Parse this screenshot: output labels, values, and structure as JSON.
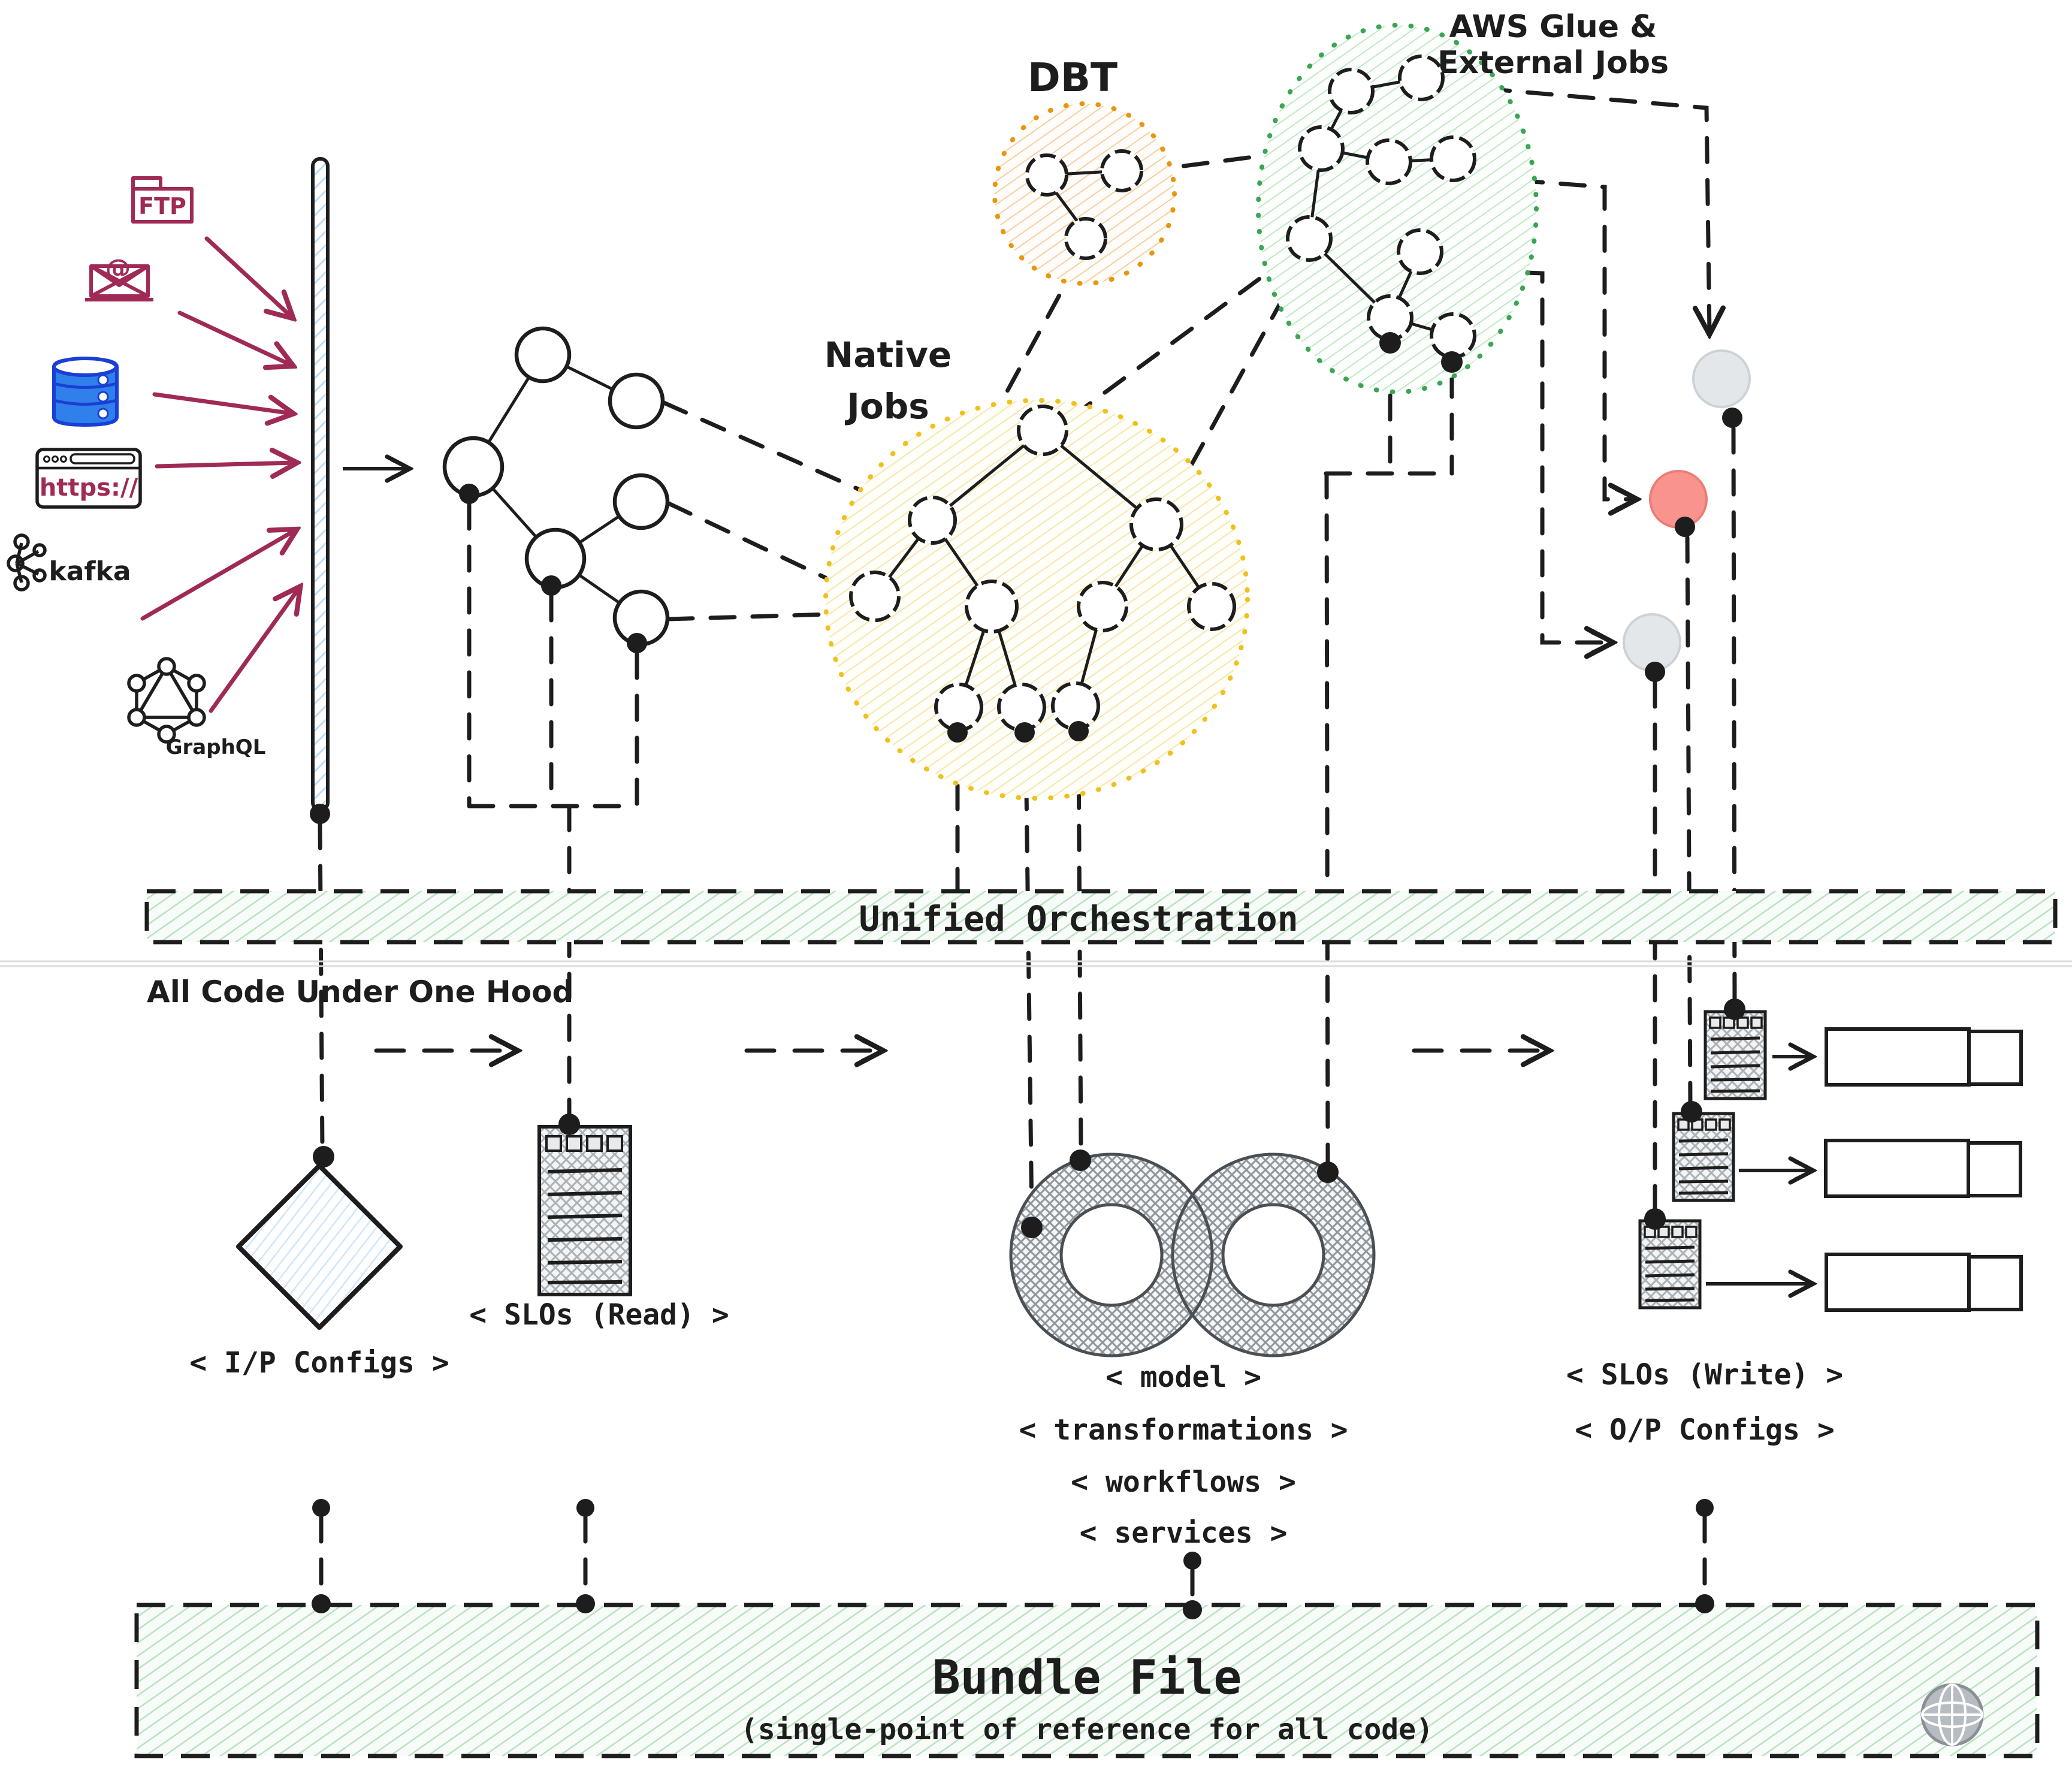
{
  "sources": {
    "ftp_label": "FTP",
    "https_label": "https://",
    "kafka_label": "kafka",
    "graphql_label": "GraphQL"
  },
  "clusters": {
    "dbt_title": "DBT",
    "native_title_line1": "Native",
    "native_title_line2": "Jobs",
    "aws_title_line1": "AWS Glue &",
    "aws_title_line2": "External Jobs"
  },
  "orchestration": {
    "banner_label": "Unified Orchestration",
    "section_label": "All Code Under One Hood"
  },
  "artifacts": {
    "ip_configs_label": "< I/P Configs >",
    "slos_read_label": "< SLOs (Read) >",
    "model_label": "< model >",
    "transformations_label": "< transformations >",
    "workflows_label": "< workflows >",
    "services_label": "< services >",
    "slos_write_label": "< SLOs (Write) >",
    "op_configs_label": "< O/P Configs >"
  },
  "bundle": {
    "title": "Bundle File",
    "subtitle": "(single-point of reference for all code)"
  },
  "colors": {
    "source_maroon": "#a02a56",
    "database_blue_fill": "#2f80ea",
    "database_blue_stroke": "#1a3fd4",
    "bar_hatch_blue": "#bfdcf7",
    "dbt_orange": "#e8960f",
    "native_yellow": "#f0c11e",
    "aws_green": "#3ba552",
    "banner_green_hatch": "#b9e2c0",
    "status_red_circle": "#f8948d",
    "status_gray_circle": "#e3e7ea",
    "ink_black": "#1d1d1d"
  }
}
